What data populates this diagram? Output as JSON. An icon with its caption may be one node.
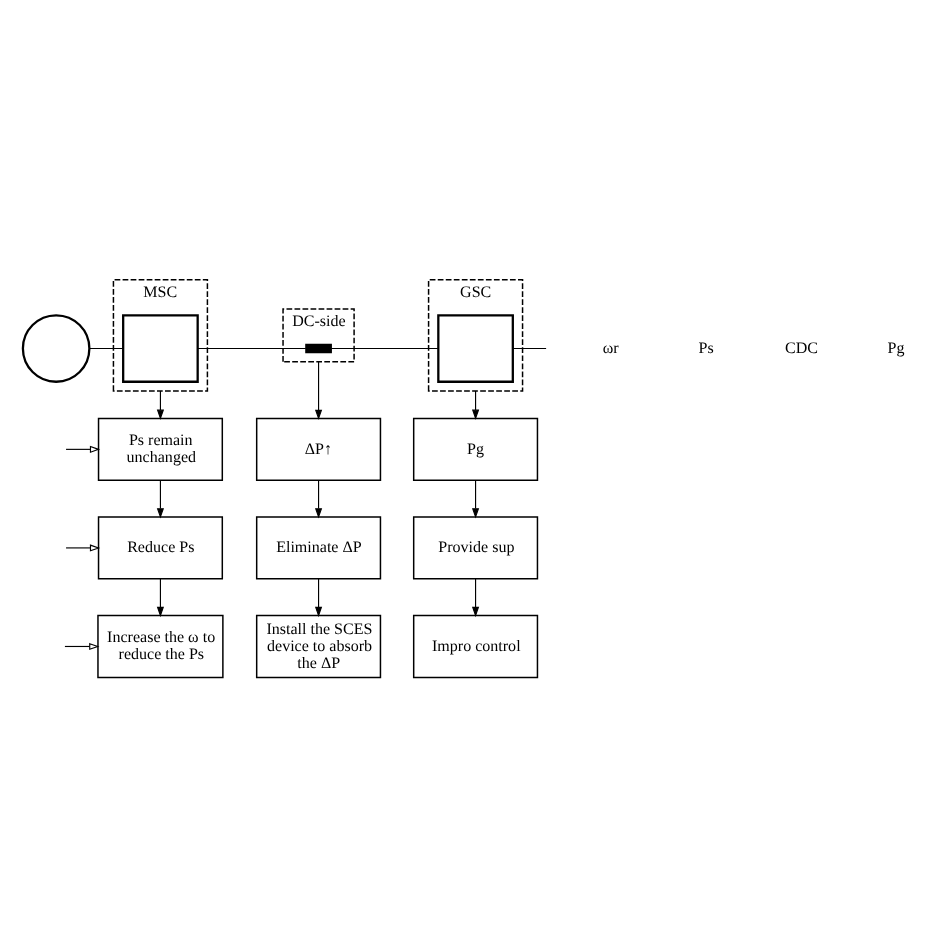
{
  "diagram": {
    "nodes": [
      {
        "text": [],
        "shape": "circle"
      },
      {
        "text": [
          "MSC"
        ]
      },
      {
        "text": [],
        "shape": "box",
        "in": 1
      },
      {
        "text": [
          "DC-side"
        ]
      },
      {
        "text": [],
        "shape": "capacitor",
        "in": 3
      },
      {
        "text": [
          "GSC"
        ]
      },
      {
        "text": [],
        "shape": "box",
        "in": 5
      },
      {
        "text": [
          "Ps remain unchanged"
        ]
      },
      {
        "text": [
          "Reduce Ps"
        ]
      },
      {
        "text": [
          "Increase the ω to reduce the Ps"
        ]
      },
      {
        "text": [
          "ΔP↑"
        ]
      },
      {
        "text": [
          "Eliminate ΔP"
        ]
      },
      {
        "text": [
          "Install the SCES device to absorb the ΔP"
        ]
      },
      {
        "text": [
          "Pg"
        ]
      },
      {
        "text": [
          "Provide sup"
        ]
      },
      {
        "text": [
          "Impro control"
        ]
      }
    ],
    "edges": [
      {
        "from": 0,
        "to": 2,
        "arrow": "none"
      },
      {
        "from": 2,
        "to": 4,
        "arrow": "none"
      },
      {
        "from": 4,
        "to": 6,
        "arrow": "none"
      },
      {
        "from": 6,
        "to": null,
        "arrow": "none"
      },
      {
        "from": 1,
        "to": 7,
        "arrow": "to"
      },
      {
        "from": 7,
        "to": 8,
        "arrow": "to"
      },
      {
        "from": 8,
        "to": 9,
        "arrow": "to"
      },
      {
        "from": 3,
        "to": 10,
        "arrow": "to"
      },
      {
        "from": 10,
        "to": 11,
        "arrow": "to"
      },
      {
        "from": 11,
        "to": 12,
        "arrow": "to"
      },
      {
        "from": 5,
        "to": 13,
        "arrow": "to"
      },
      {
        "from": 13,
        "to": 14,
        "arrow": "to"
      },
      {
        "from": 14,
        "to": 15,
        "arrow": "to"
      },
      {
        "from": null,
        "to": 7,
        "arrow": "to"
      },
      {
        "from": null,
        "to": 8,
        "arrow": "to"
      },
      {
        "from": null,
        "to": 9,
        "arrow": "to"
      }
    ],
    "labels": [
      "ωr",
      "Ps",
      "CDC",
      "Pg"
    ]
  }
}
